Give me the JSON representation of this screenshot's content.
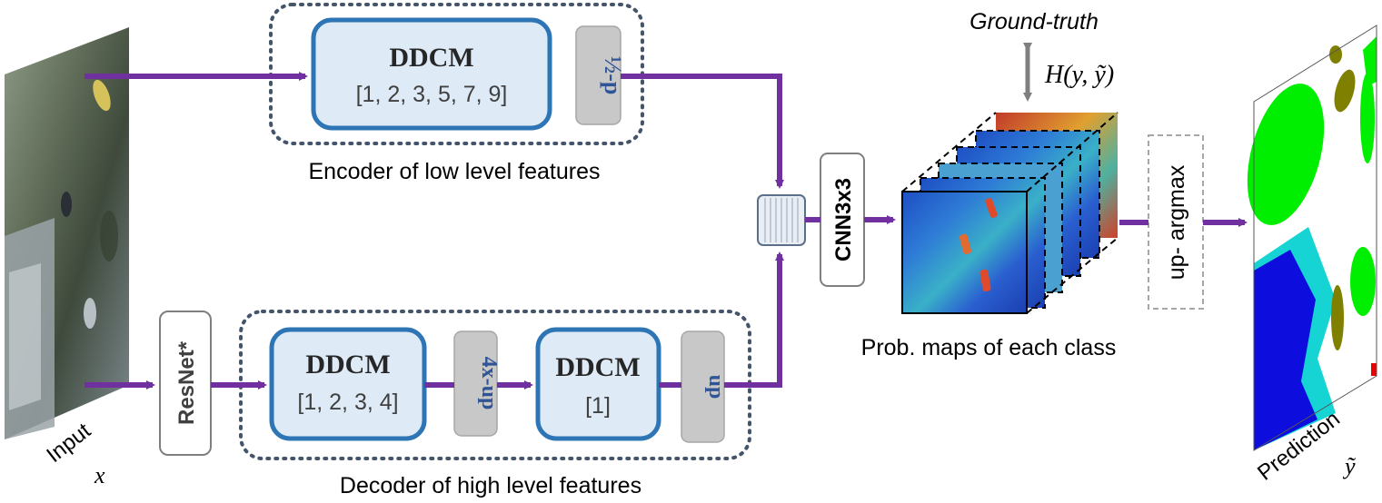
{
  "input": {
    "label": "Input",
    "symbol": "x"
  },
  "encoder": {
    "ddcm": {
      "title": "DDCM",
      "rates": "[1, 2, 3, 5, 7, 9]"
    },
    "pool_label": "½-p",
    "caption": "Encoder of low level features"
  },
  "backbone": {
    "label": "ResNet*"
  },
  "decoder": {
    "ddcm1": {
      "title": "DDCM",
      "rates": "[1, 2, 3, 4]"
    },
    "upsample_label": "4x-up",
    "ddcm2": {
      "title": "DDCM",
      "rates": "[1]"
    },
    "up_label": "up",
    "caption": "Decoder of high level features"
  },
  "cnn_label": "CNN3x3",
  "prob_maps_caption": "Prob. maps of each class",
  "ground_truth": {
    "label": "Ground-truth",
    "loss": "H(y, ỹ)"
  },
  "up_argmax_label": "up- argmax",
  "prediction": {
    "label": "Prediction",
    "symbol": "ỹ"
  },
  "colors": {
    "arrow": "#7030a0",
    "ddcm_border": "#2e75b6",
    "ddcm_fill": "#deebf7",
    "gray_box": "#c8c8c8",
    "gray_text": "#2f5597",
    "dotted_border": "#44546a"
  }
}
